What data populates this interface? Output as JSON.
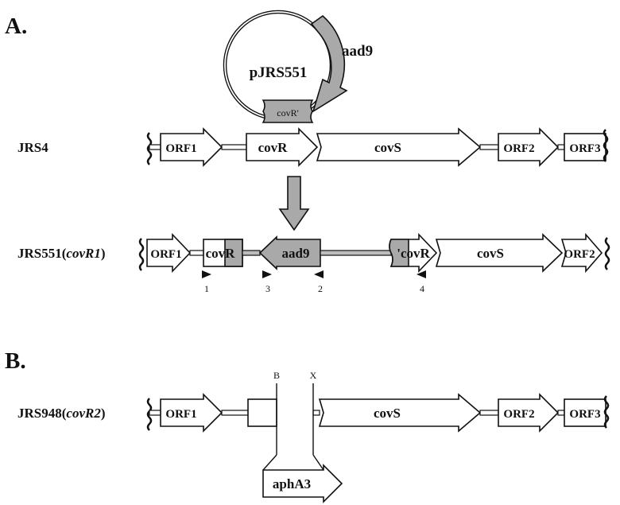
{
  "panels": {
    "a": "A.",
    "b": "B."
  },
  "plasmid": {
    "name": "pJRS551",
    "marker": "aad9",
    "insert": "covR'"
  },
  "strains": {
    "wt": "JRS4",
    "covr1_prefix": "JRS551(",
    "covr1_allele": "covR1",
    "covr1_suffix": ")",
    "covr2_prefix": "JRS948(",
    "covr2_allele": "covR2",
    "covr2_suffix": ")"
  },
  "genes": {
    "orf1": "ORF1",
    "covr": "covR",
    "covs": "covS",
    "orf2": "ORF2",
    "orf3": "ORF3",
    "aad9": "aad9",
    "covr_5prime": "covR",
    "covr_3prime": "'covR",
    "apha3": "aphA3"
  },
  "primers": [
    "1",
    "3",
    "2",
    "4"
  ],
  "sites": {
    "b": "B",
    "x": "X"
  },
  "colors": {
    "gray_fill": "#a9a9a9",
    "outline": "#111111"
  }
}
